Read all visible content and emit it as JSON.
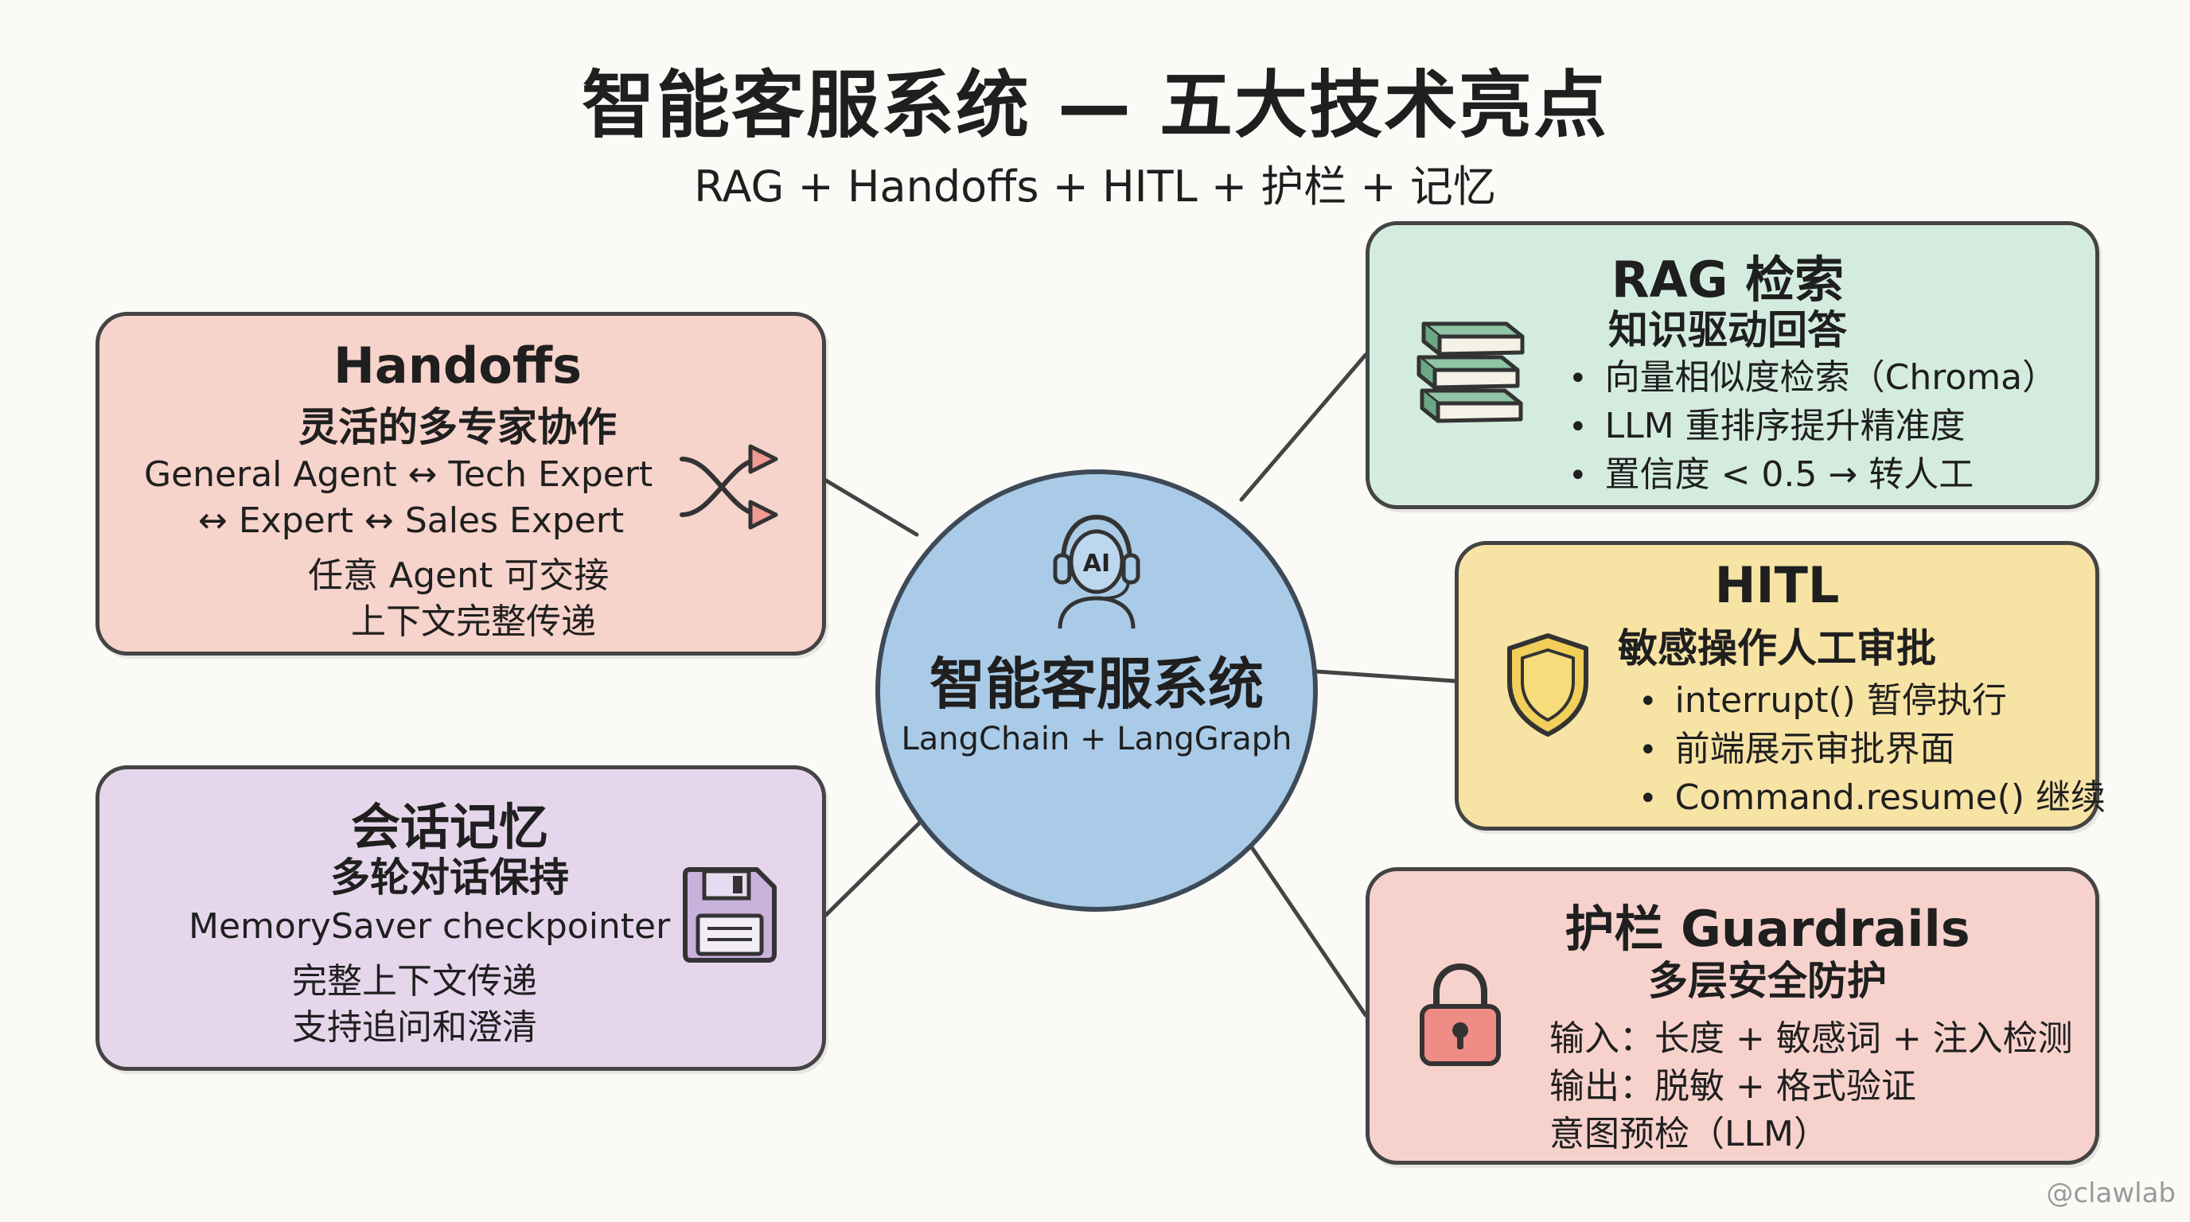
{
  "header": {
    "title": "智能客服系统 — 五大技术亮点",
    "subtitle": "RAG + Handoffs + HITL + 护栏 + 记忆"
  },
  "hub": {
    "title": "智能客服系统",
    "subtitle": "LangChain + LangGraph",
    "icon_name": "headset-agent-icon",
    "icon_text": "AI",
    "color": "#a9cbe7"
  },
  "handoffs": {
    "title": "Handoffs",
    "subtitle": "灵活的多专家协作",
    "lines": [
      "General Agent ↔ Tech Expert",
      "↔ Expert ↔ Sales Expert",
      "任意 Agent 可交接",
      "上下文完整传递"
    ],
    "icon_name": "shuffle-arrows-icon",
    "color": "#f6d3cb"
  },
  "memory": {
    "title": "会话记忆",
    "subtitle": "多轮对话保持",
    "lines": [
      "MemorySaver checkpointer",
      "完整上下文传递",
      "支持追问和澄清"
    ],
    "icon_name": "floppy-disk-icon",
    "color": "#e6d6ec"
  },
  "rag": {
    "title": "RAG 检索",
    "subtitle": "知识驱动回答",
    "bullets": [
      "向量相似度检索（Chroma）",
      "LLM 重排序提升精准度",
      "置信度 < 0.5 → 转人工"
    ],
    "icon_name": "books-stack-icon",
    "color": "#d4ecdf"
  },
  "hitl": {
    "title": "HITL",
    "subtitle": "敏感操作人工审批",
    "bullets": [
      "interrupt() 暂停执行",
      "前端展示审批界面",
      "Command.resume() 继续"
    ],
    "icon_name": "shield-icon",
    "color": "#f7e3a4"
  },
  "guardrails": {
    "title": "护栏 Guardrails",
    "subtitle": "多层安全防护",
    "lines": [
      "输入：长度 + 敏感词 + 注入检测",
      "输出：脱敏 + 格式验证",
      "意图预检（LLM）"
    ],
    "icon_name": "padlock-icon",
    "color": "#f7d2cd"
  },
  "watermark": "@clawlab"
}
